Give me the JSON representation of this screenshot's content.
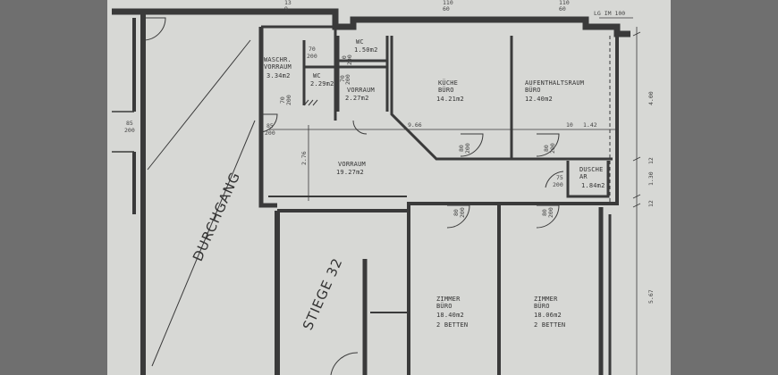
{
  "header": {
    "code": "LG IM 100"
  },
  "rooms": {
    "waschraum": {
      "name": "WASCHR.\nVORRAUM",
      "area": "3.34m2"
    },
    "wc1": {
      "name": "WC",
      "area": "1.50m2"
    },
    "wc2": {
      "name": "WC",
      "area": "2.29m2"
    },
    "vorraum_small": {
      "name": "VORRAUM",
      "area": "2.27m2"
    },
    "kueche": {
      "name": "KÜCHE\nBÜRO",
      "area": "14.21m2"
    },
    "aufenthalt": {
      "name": "AUFENTHALTSRAUM\nBÜRO",
      "area": "12.40m2"
    },
    "vorraum_main": {
      "name": "VORRAUM",
      "area": "19.27m2"
    },
    "dusche": {
      "name": "DUSCHE\nAR",
      "area": "1.84m2"
    },
    "zimmer1": {
      "name": "ZIMMER\nBÜRO",
      "area": "18.40m2",
      "note": "2 BETTEN"
    },
    "zimmer2": {
      "name": "ZIMMER\nBÜRO",
      "area": "18.06m2",
      "note": "2 BETTEN"
    }
  },
  "labels": {
    "durchgang": "DURCHGANG",
    "stiege": "STIEGE 32"
  },
  "doors": {
    "d85": [
      "85",
      "200"
    ],
    "d85b": [
      "85",
      "200"
    ],
    "d70a": [
      "70",
      "200"
    ],
    "d70b": [
      "70",
      "200"
    ],
    "d70c": [
      "70",
      "200"
    ],
    "d70d": [
      "70",
      "200"
    ],
    "d80a": [
      "80",
      "200"
    ],
    "d80b": [
      "80",
      "200"
    ],
    "d80c": [
      "80",
      "200"
    ],
    "d80d": [
      "80",
      "200"
    ],
    "d75": [
      "75",
      "200"
    ]
  },
  "dimensions": {
    "d966": "9.66",
    "d276": "2.76",
    "d10": "10",
    "d142": "1.42",
    "d400": "4.00",
    "d130": "1.30",
    "d567": "5.67",
    "d12a": "12",
    "d12b": "12",
    "top1": "13\n9",
    "top2": "110\n60",
    "top3": "110\n60"
  }
}
